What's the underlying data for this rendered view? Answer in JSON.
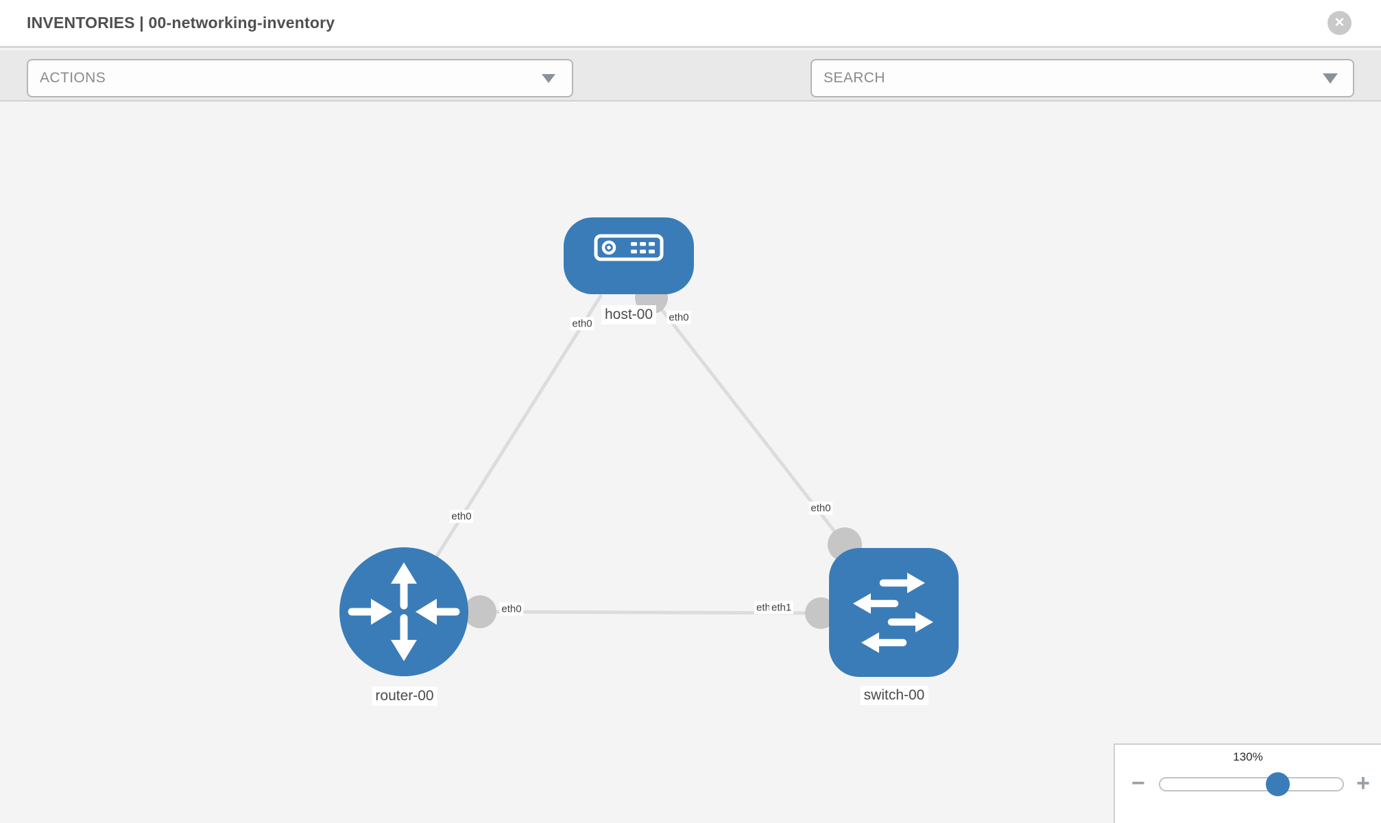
{
  "header": {
    "title": "INVENTORIES | 00-networking-inventory",
    "close_glyph": "✕"
  },
  "toolbar": {
    "actions_label": "ACTIONS",
    "search_placeholder": "SEARCH",
    "icons": [
      "wrench-icon",
      "key-icon"
    ]
  },
  "graph": {
    "nodes": [
      {
        "label": "host-00",
        "type": "host"
      },
      {
        "label": "router-00",
        "type": "router"
      },
      {
        "label": "switch-00",
        "type": "switch"
      }
    ],
    "links": [
      {
        "from": "host-00",
        "to": "router-00",
        "from_if": "eth0",
        "to_if": "eth0"
      },
      {
        "from": "host-00",
        "to": "switch-00",
        "from_if": "eth0",
        "to_if": "eth0"
      },
      {
        "from": "router-00",
        "to": "switch-00",
        "from_if": "eth0",
        "to_if": "eth1",
        "overlap_if": "eth0"
      }
    ]
  },
  "zoom_control": {
    "level": "130%",
    "minus_glyph": "−",
    "plus_glyph": "+"
  },
  "colors": {
    "node_blue": "#3a7cb8",
    "link_gray": "#dcdcdc",
    "port_gray": "#c6c6c6",
    "slider_thumb_blue": "#3a7cb8",
    "toolbar_icon_gray": "#6e7780"
  }
}
